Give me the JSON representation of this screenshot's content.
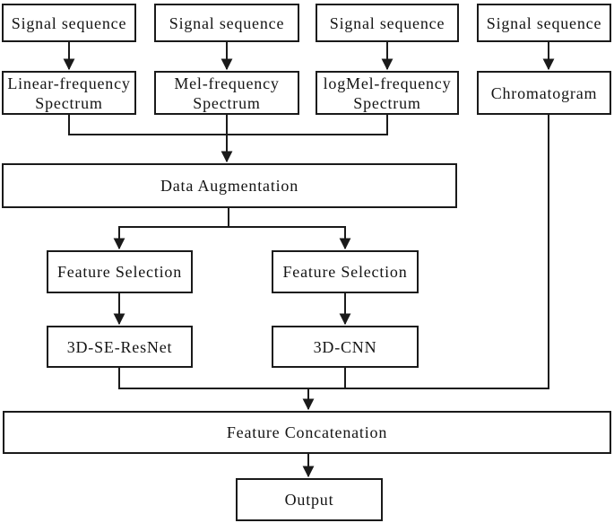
{
  "diagram": {
    "type": "flowchart",
    "colors": {
      "line": "#1a1a1a",
      "background": "#ffffff",
      "box_fill": "#ffffff",
      "text": "#141414"
    },
    "nodes": {
      "signal_sequence_1": {
        "label": "Signal sequence"
      },
      "signal_sequence_2": {
        "label": "Signal sequence"
      },
      "signal_sequence_3": {
        "label": "Signal sequence"
      },
      "signal_sequence_4": {
        "label": "Signal sequence"
      },
      "linear_frequency_spectrum": {
        "label": "Linear-frequency\nSpectrum"
      },
      "mel_frequency_spectrum": {
        "label": "Mel-frequency\nSpectrum"
      },
      "logmel_frequency_spectrum": {
        "label": "logMel-frequency\nSpectrum"
      },
      "chromatogram": {
        "label": "Chromatogram"
      },
      "data_augmentation": {
        "label": "Data Augmentation"
      },
      "feature_selection_left": {
        "label": "Feature Selection"
      },
      "feature_selection_right": {
        "label": "Feature Selection"
      },
      "se_resnet": {
        "label": "3D-SE-ResNet"
      },
      "cnn_3d": {
        "label": "3D-CNN"
      },
      "feature_concatenation": {
        "label": "Feature Concatenation"
      },
      "output": {
        "label": "Output"
      }
    },
    "edges": [
      {
        "from": "Signal sequence (1)",
        "to": "Linear-frequency Spectrum"
      },
      {
        "from": "Signal sequence (2)",
        "to": "Mel-frequency Spectrum"
      },
      {
        "from": "Signal sequence (3)",
        "to": "logMel-frequency Spectrum"
      },
      {
        "from": "Signal sequence (4)",
        "to": "Chromatogram"
      },
      {
        "from": "Linear-frequency Spectrum",
        "to": "Data Augmentation"
      },
      {
        "from": "Mel-frequency Spectrum",
        "to": "Data Augmentation"
      },
      {
        "from": "logMel-frequency Spectrum",
        "to": "Data Augmentation"
      },
      {
        "from": "Data Augmentation",
        "to": "Feature Selection (left)"
      },
      {
        "from": "Data Augmentation",
        "to": "Feature Selection (right)"
      },
      {
        "from": "Feature Selection (left)",
        "to": "3D-SE-ResNet"
      },
      {
        "from": "Feature Selection (right)",
        "to": "3D-CNN"
      },
      {
        "from": "3D-SE-ResNet",
        "to": "Feature Concatenation"
      },
      {
        "from": "3D-CNN",
        "to": "Feature Concatenation"
      },
      {
        "from": "Chromatogram",
        "to": "Feature Concatenation"
      },
      {
        "from": "Feature Concatenation",
        "to": "Output"
      }
    ]
  }
}
